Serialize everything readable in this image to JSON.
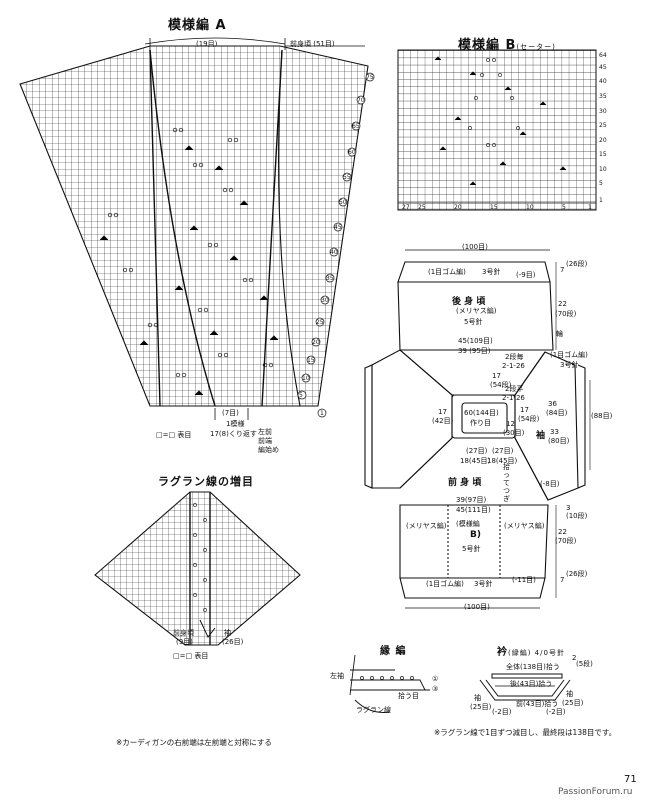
{
  "pattern_a": {
    "title": "模様編 A",
    "top_count": "(19目)",
    "top_right": "前身頃 (51目)",
    "bottom_count": "(7目)",
    "bottom_repeat": "1模様",
    "bottom_repeat_sub": "17(8)くり返す",
    "bottom_side": "左前",
    "bottom_side2": "前端",
    "bottom_side3": "編始め",
    "legend": "□=□ 表目",
    "row_labels": [
      "1",
      "5",
      "10",
      "15",
      "20",
      "25",
      "30",
      "35",
      "40",
      "45",
      "50",
      "55",
      "60",
      "65",
      "70",
      "75"
    ]
  },
  "pattern_b": {
    "title": "模様編 B",
    "title_sub": "(セーター)",
    "bottom_nums": [
      "27",
      "25",
      "20",
      "15",
      "10",
      "5",
      "1"
    ],
    "right_nums": [
      "64",
      "45",
      "40",
      "35",
      "30",
      "25",
      "20",
      "15",
      "10",
      "5",
      "1"
    ]
  },
  "raglan": {
    "title": "ラグラン線の増目",
    "left_label": "前身頃",
    "left_sub": "(9目)",
    "right_label": "袖",
    "right_sub": "(26目)",
    "legend": "□=□ 表目"
  },
  "schematic": {
    "top_width": "(100目)",
    "back_rib": "(1目ゴム編)",
    "back_needle": "3号針",
    "back_dec": "(-9目)",
    "back_title": "後 身 頃",
    "back_stitch": "(メリヤス編)",
    "back_needle2": "5号針",
    "back_count1": "45(109目)",
    "back_count2": "39 (95目)",
    "rib_height": "7",
    "rib_rows": "(26段)",
    "body_h1": "22",
    "body_h2": "(70段)",
    "wa": "輪",
    "dec_a": "2段毎",
    "dec_b": "2-1-26",
    "dec_c": "2-1-26",
    "dec_d": "2段平",
    "raglan_h1": "17",
    "raglan_h2": "(54段)",
    "raglan_h3": "17",
    "raglan_h4": "(54段)",
    "neck_count": "60(144目)",
    "neck_label": "作り目",
    "neck_side_l": "17",
    "neck_side_l2": "(42目)",
    "neck_side_r": "12",
    "neck_side_r2": "(30目)",
    "front_count1": "(27目)",
    "front_count2": "(27目)",
    "front_count3": "18(45目)",
    "front_count4": "18(45目)",
    "sleeve_label": "袖",
    "sleeve_pickup": "拾ってつぎ",
    "sleeve_rib": "(1目ゴム編)",
    "sleeve_needle": "3号針",
    "sleeve_w1": "36",
    "sleeve_w2": "(84目)",
    "sleeve_w3": "33",
    "sleeve_w4": "(80目)",
    "sleeve_w5": "(88目)",
    "sleeve_dec": "(-8目)",
    "sleeve_cuff": "3",
    "sleeve_cuff2": "(10段)",
    "front_title": "前 身 頃",
    "front_count5": "39(97目)",
    "front_count6": "45(111目)",
    "front_stitch_l": "(メリヤス編)",
    "front_stitch_m": "(模様編",
    "front_stitch_m2": "B)",
    "front_stitch_r": "(メリヤス編)",
    "front_needle": "5号針",
    "front_dec": "(-11目)",
    "front_rib": "(1目ゴム編)",
    "front_rib_needle": "3号針",
    "bottom_width": "(100目)",
    "front_h1": "22",
    "front_h2": "(70段)",
    "front_rh1": "7",
    "front_rh2": "(26段)"
  },
  "edge": {
    "title": "縁 編",
    "left_label": "左袖",
    "bottom_label": "ラグラン線",
    "pickup": "拾う目",
    "mark1": "①",
    "mark3": "③"
  },
  "collar": {
    "title": "衿",
    "title_sub": "(縁編) 4/0号針",
    "total": "全体(138目)拾う",
    "back": "後(43目)拾う",
    "front": "前(43目)拾う",
    "sleeve_l": "袖",
    "sleeve_l2": "(25目)",
    "sleeve_r": "袖",
    "sleeve_r2": "(25目)",
    "dec_l": "(-2目)",
    "dec_r": "(-2目)",
    "height": "2",
    "height2": "(5段)"
  },
  "notes": {
    "left": "※カーディガンの右前端は左前端と対称にする",
    "right": "※ラグラン線で1目ずつ減目し、最終段は138目です。"
  },
  "page_number": "71",
  "watermark": "PassionForum.ru"
}
